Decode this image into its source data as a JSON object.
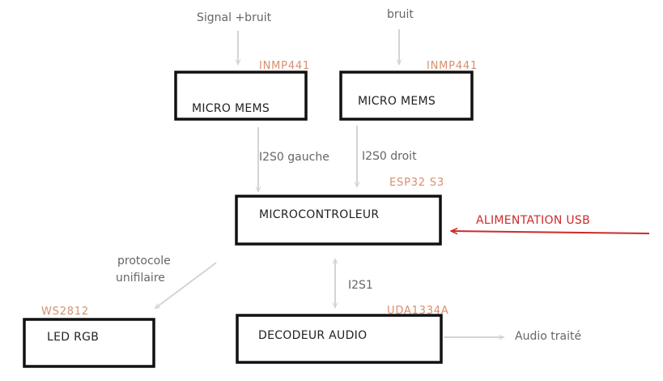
{
  "colors": {
    "box_stroke": "#111111",
    "box_text": "#222222",
    "arrow": "#d4d4d4",
    "annotation": "#666666",
    "chip": "#d88e6d",
    "power": "#cc2b2b",
    "background": "#ffffff"
  },
  "inputs": {
    "signal": "Signal +bruit",
    "noise": "bruit"
  },
  "blocks": {
    "mic_left": {
      "label": "MICRO MEMS",
      "chip": "INMP441"
    },
    "mic_right": {
      "label": "MICRO MEMS",
      "chip": "INMP441"
    },
    "mcu": {
      "label": "MICROCONTROLEUR",
      "chip": "ESP32 S3"
    },
    "led": {
      "label": "LED RGB",
      "chip": "WS2812"
    },
    "decoder": {
      "label": "DECODEUR AUDIO",
      "chip": "UDA1334A"
    }
  },
  "links": {
    "i2s0_left": "I2S0 gauche",
    "i2s0_right": "I2S0 droit",
    "i2s1": "I2S1",
    "protocol_line1": "protocole",
    "protocol_line2": "unifilaire",
    "power": "ALIMENTATION USB",
    "output": "Audio traité"
  }
}
